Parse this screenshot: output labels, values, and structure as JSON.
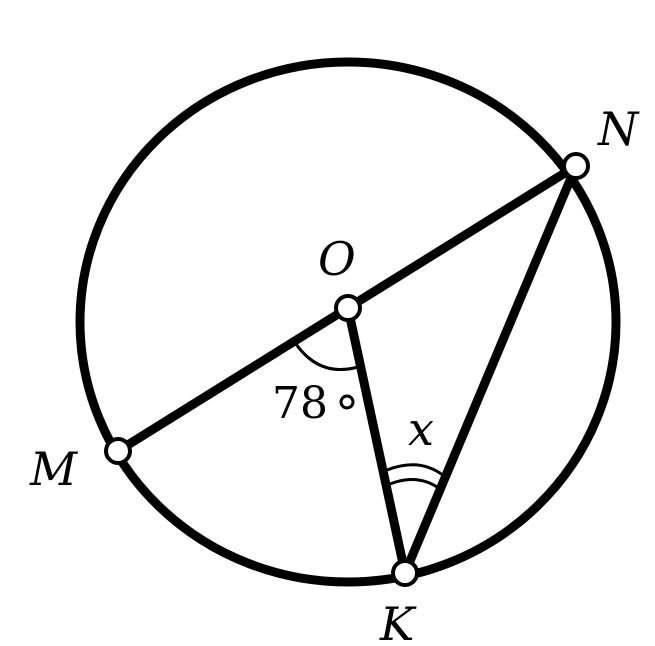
{
  "points": {
    "O": "O",
    "N": "N",
    "M": "M",
    "K": "K"
  },
  "angles": {
    "central": "78",
    "inscribed": "x"
  }
}
